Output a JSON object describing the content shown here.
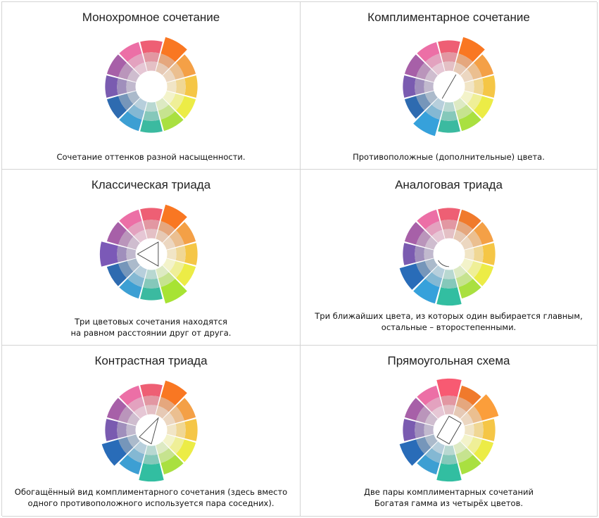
{
  "palette": [
    "#ee5f74",
    "#f07a2c",
    "#f4a046",
    "#f5c646",
    "#ecec46",
    "#a9e040",
    "#3bbaa0",
    "#3d9fd3",
    "#2e6bb0",
    "#7a5bb0",
    "#a760a8",
    "#ec6fa6"
  ],
  "shade_mix": [
    {
      "lum": 0.0,
      "sat": 1.0
    },
    {
      "lum": 0.3,
      "sat": 0.75
    },
    {
      "lum": 0.55,
      "sat": 0.55
    }
  ],
  "panels": [
    {
      "title": "Монохромное сочетание",
      "description": "Сочетание оттенков разной насыщенности.",
      "highlight": [
        1
      ],
      "shape": "none"
    },
    {
      "title": "Комплиментарное сочетание",
      "description": "Противоположные (дополнительные) цвета.",
      "highlight": [
        1,
        7
      ],
      "shape": "line"
    },
    {
      "title": "Классическая триада",
      "description": "Три цветовых сочетания находятся\nна равном расстоянии друг от друга.",
      "highlight": [
        1,
        5,
        9
      ],
      "shape": "triangle"
    },
    {
      "title": "Аналоговая триада",
      "description": "Три ближайших цвета, из которых один выбирается главным,\nостальные – второстепенными.",
      "highlight": [
        6,
        7,
        8
      ],
      "shape": "arc"
    },
    {
      "title": "Контрастная триада",
      "description": "Обогащённый вид комплиментарного сочетания (здесь вместо\nодного противоположного используется пара соседних).",
      "highlight": [
        1,
        6,
        8
      ],
      "shape": "triangle"
    },
    {
      "title": "Прямоугольная схема",
      "description": "Две пары комплиментарных сочетаний\nБогатая гамма из четырёх цветов.",
      "highlight": [
        0,
        2,
        6,
        8
      ],
      "shape": "rectangle"
    }
  ]
}
